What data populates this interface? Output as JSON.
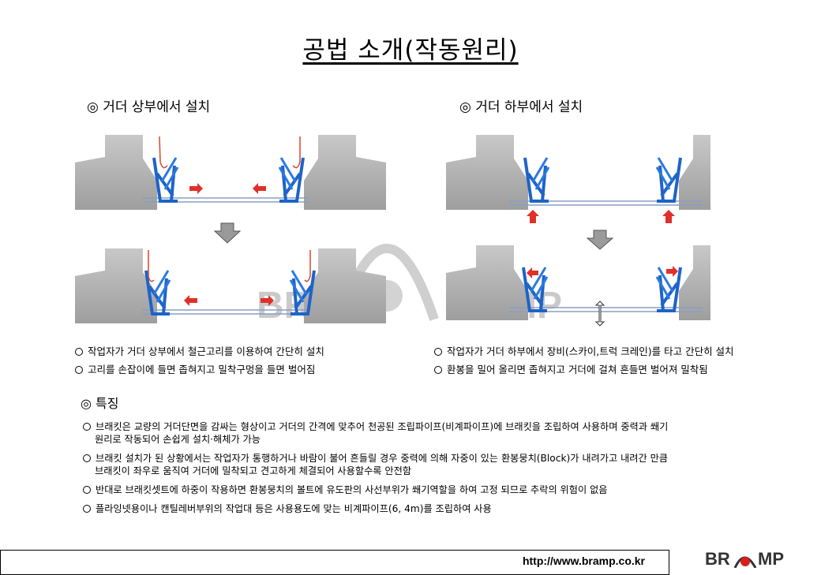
{
  "title": "공법 소개(작동원리)",
  "sections": {
    "left_heading": "◎ 거더 상부에서 설치",
    "right_heading": "◎ 거더 하부에서 설치"
  },
  "left_bullets": [
    "작업자가 거더 상부에서 철근고리를 이용하여 간단히 설치",
    "고리를 손잡이에 들면 좁혀지고 밀착구멍을 들면 벌어짐"
  ],
  "right_bullets": [
    "작업자가 거더 하부에서 장비(스카이,트럭 크레인)를 타고 간단히 설치",
    "환봉을 밀어 올리면 좁혀지고 거더에 걸쳐 흔들면 벌어져 밀착됨"
  ],
  "features": {
    "heading": "◎ 특징",
    "items": [
      {
        "line1": "브래킷은 교량의 거더단면을 감싸는 형상이고 거더의 간격에 맞추어 천공된 조립파이프(비계파이프)에 브래킷을 조립하여 사용하며 중력과 쐐기",
        "line2": "원리로 작동되어 손쉽게 설치·해체가 가능"
      },
      {
        "line1": "브래킷 설치가 된 상황에서는 작업자가 통행하거나 바람이 불어 흔들릴 경우 중력에 의해 자중이 있는 환봉뭉치(Block)가 내려가고 내려간 만큼",
        "line2": "브래킷이 좌우로 움직여 거더에 밀착되고 견고하게 체결되어 사용할수록 안전함"
      },
      {
        "line1": "반대로 브래킷셋트에 하중이 작용하면 환봉뭉치의 볼트에 유도판의 사선부위가 쐐기역할을 하여 고정 되므로 추락의 위험이 없음",
        "line2": ""
      },
      {
        "line1": "플라잉넷용이나 캔틸레버부위의 작업대 등은 사용용도에 맞는 비계파이프(6, 4m)를 조립하여 사용",
        "line2": ""
      }
    ]
  },
  "footer": {
    "url": "http://www.bramp.co.kr",
    "logo_text": "BR MP"
  },
  "colors": {
    "girder": "#bdbdbd",
    "bracket": "#1e63c8",
    "arrow_red": "#e0302a",
    "hook": "#d9462a"
  }
}
